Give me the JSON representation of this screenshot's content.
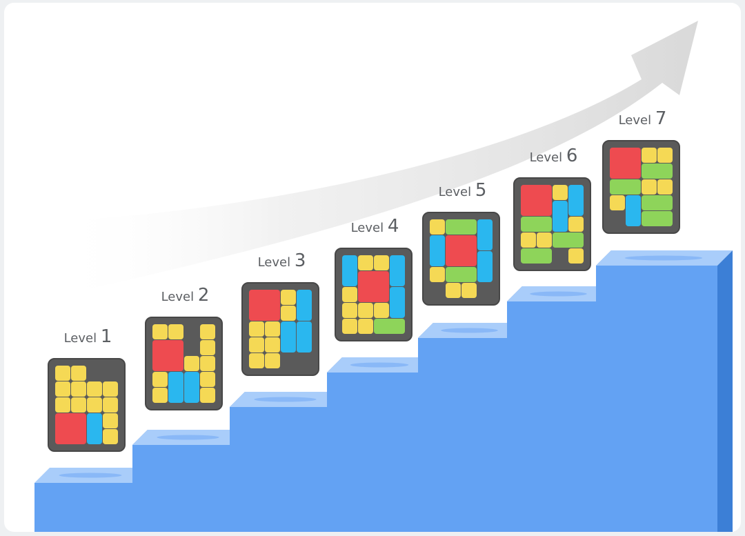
{
  "colors": {
    "background": "#ffffff",
    "frame": "#eef0f2",
    "stair_front": "#63a2f3",
    "stair_top": "#a9cdfa",
    "stair_side": "#3c7fd6",
    "stair_shadow": "#85b6f6",
    "arrow": "#dcdcdc",
    "board": "#5a5a5a",
    "board_border": "#474747",
    "red": "#ee4b50",
    "yellow": "#f5d955",
    "blue": "#2ab7ef",
    "green": "#8ed45a",
    "label": "#5b5e62"
  },
  "level_word": "Level",
  "levels": [
    {
      "number": "1"
    },
    {
      "number": "2"
    },
    {
      "number": "3"
    },
    {
      "number": "4"
    },
    {
      "number": "5"
    },
    {
      "number": "6"
    },
    {
      "number": "7"
    }
  ]
}
